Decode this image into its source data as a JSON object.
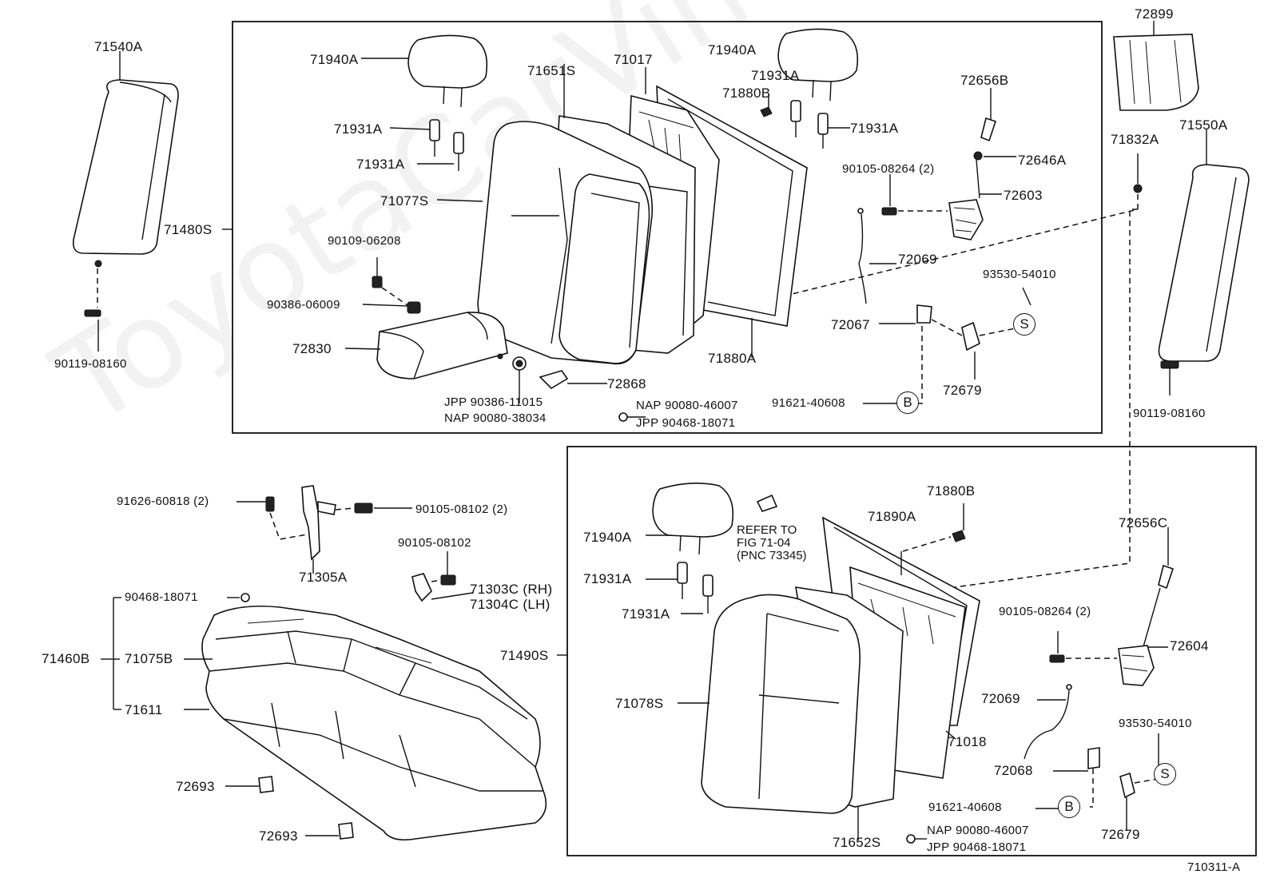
{
  "diagram_id": "710311-A",
  "watermark": "ToyotaCarVine.ru",
  "boxes": {
    "upper": {
      "label": "71480S"
    },
    "lower": {
      "label": "71490S"
    }
  },
  "parts": {
    "p71540A": "71540A",
    "p90119_left": "90119-08160",
    "p71480S": "71480S",
    "p71940A_1": "71940A",
    "p71931A_1": "71931A",
    "p71931A_2": "71931A",
    "p71077S": "71077S",
    "p90109": "90109-06208",
    "p90386_06009": "90386-06009",
    "p72830": "72830",
    "p71651S": "71651S",
    "p71017": "71017",
    "p71940A_2": "71940A",
    "p71931A_3": "71931A",
    "p71880B_1": "71880B",
    "p71931A_4": "71931A",
    "p71880A": "71880A",
    "p72868": "72868",
    "p_jpp_90386": "JPP  90386-11015",
    "p_nap_90080_38034": "NAP  90080-38034",
    "p_nap_90080_46007_1": "NAP  90080-46007",
    "p_jpp_90468_1": "JPP  90468-18071",
    "p72656B": "72656B",
    "p90105_08264_1": "90105-08264 (2)",
    "p72646A": "72646A",
    "p72603": "72603",
    "p72069_1": "72069",
    "p93530_1": "93530-54010",
    "p72067": "72067",
    "p72679_1": "72679",
    "p91621_1": "91621-40608",
    "p72899": "72899",
    "p71832A": "71832A",
    "p71550A": "71550A",
    "p90119_right": "90119-08160",
    "p91626": "91626-60818 (2)",
    "p90105_08102_2": "90105-08102 (2)",
    "p71305A": "71305A",
    "p90105_08102": "90105-08102",
    "p71303C": "71303C (RH)",
    "p71304C": "71304C (LH)",
    "p90468_seat": "90468-18071",
    "p71460B": "71460B",
    "p71075B": "71075B",
    "p71611": "71611",
    "p72693_1": "72693",
    "p72693_2": "72693",
    "p71490S": "71490S",
    "p71940A_3": "71940A",
    "p71931A_5": "71931A",
    "p71931A_6": "71931A",
    "p71078S": "71078S",
    "p71880B_2": "71880B",
    "p71890A": "71890A",
    "p72656C": "72656C",
    "p90105_08264_2": "90105-08264 (2)",
    "p72604": "72604",
    "p72069_2": "72069",
    "p71018": "71018",
    "p93530_2": "93530-54010",
    "p72068": "72068",
    "p91621_2": "91621-40608",
    "p72679_2": "72679",
    "p71652S": "71652S",
    "p_nap_90080_46007_2": "NAP  90080-46007",
    "p_jpp_90468_2": "JPP  90468-18071"
  },
  "refer_note": {
    "line1": "REFER TO",
    "line2": "FIG 71-04",
    "line3": "(PNC 73345)"
  },
  "circles": {
    "s1": "S",
    "b1": "B",
    "s2": "S",
    "b2": "B"
  }
}
